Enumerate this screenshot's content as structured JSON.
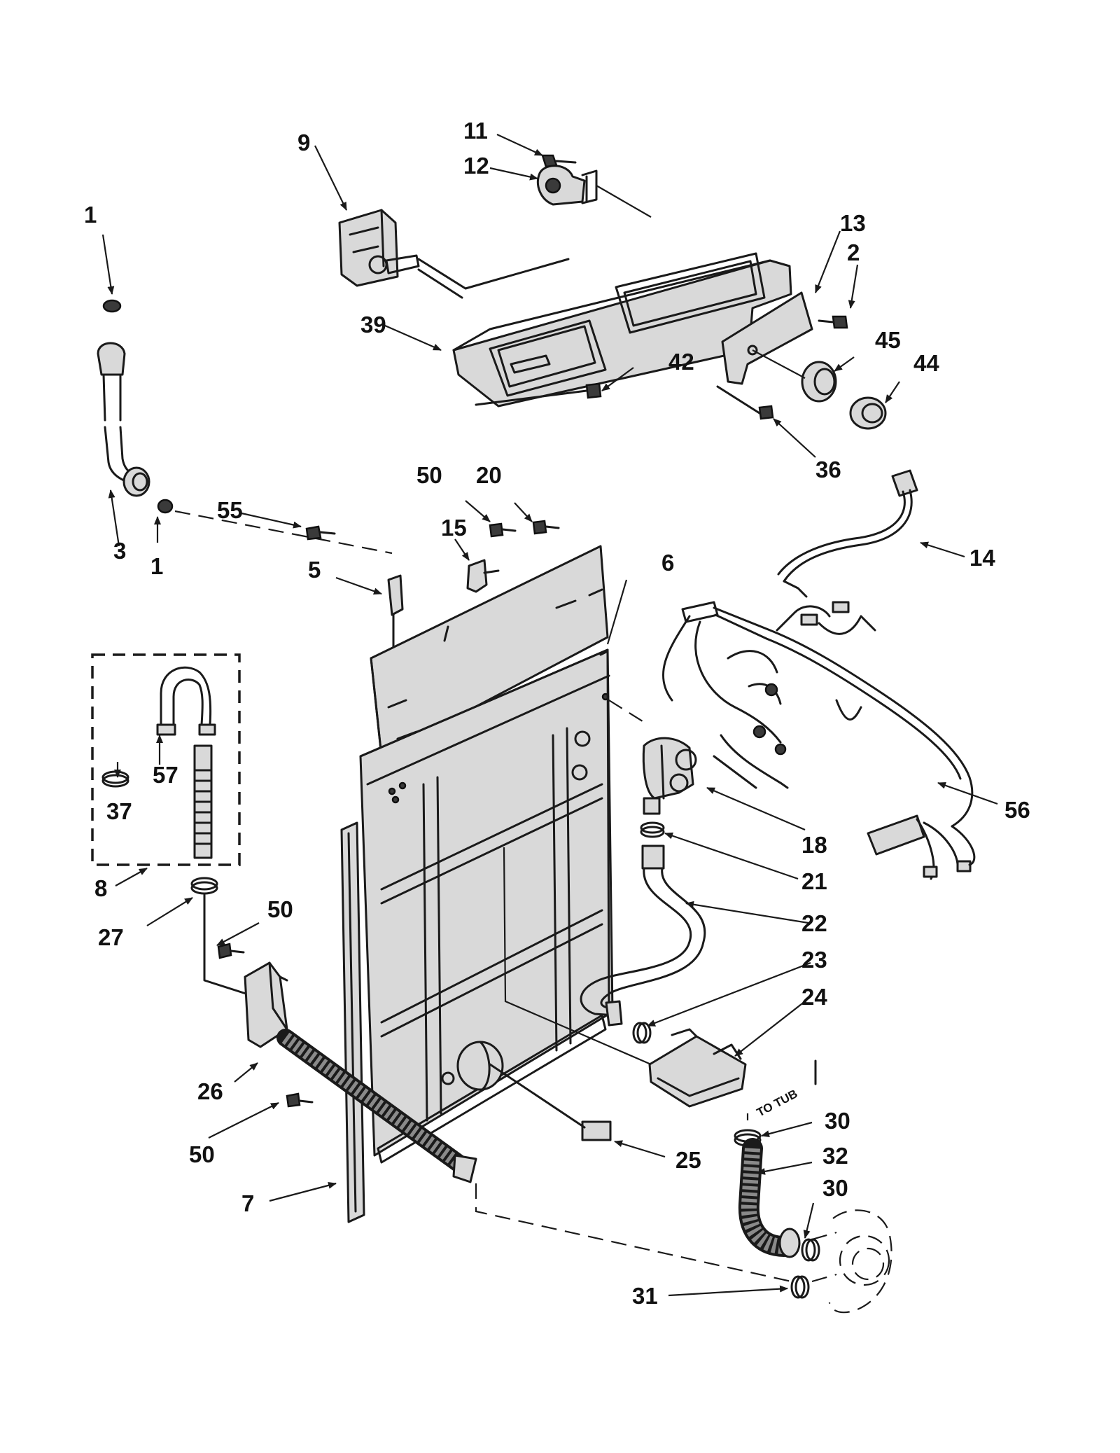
{
  "callouts": {
    "c1a": "1",
    "c1b": "1",
    "c2": "2",
    "c3": "3",
    "c5": "5",
    "c6": "6",
    "c7": "7",
    "c8": "8",
    "c9": "9",
    "c11": "11",
    "c12": "12",
    "c13": "13",
    "c14": "14",
    "c15": "15",
    "c18": "18",
    "c20": "20",
    "c21": "21",
    "c22": "22",
    "c23": "23",
    "c24": "24",
    "c25": "25",
    "c26": "26",
    "c27": "27",
    "c30a": "30",
    "c30b": "30",
    "c31": "31",
    "c32": "32",
    "c36": "36",
    "c37": "37",
    "c39": "39",
    "c42": "42",
    "c44": "44",
    "c45": "45",
    "c50a": "50",
    "c50b": "50",
    "c50c": "50",
    "c55": "55",
    "c56": "56",
    "c57": "57"
  },
  "notes": {
    "to_tub": "TO TUB"
  }
}
